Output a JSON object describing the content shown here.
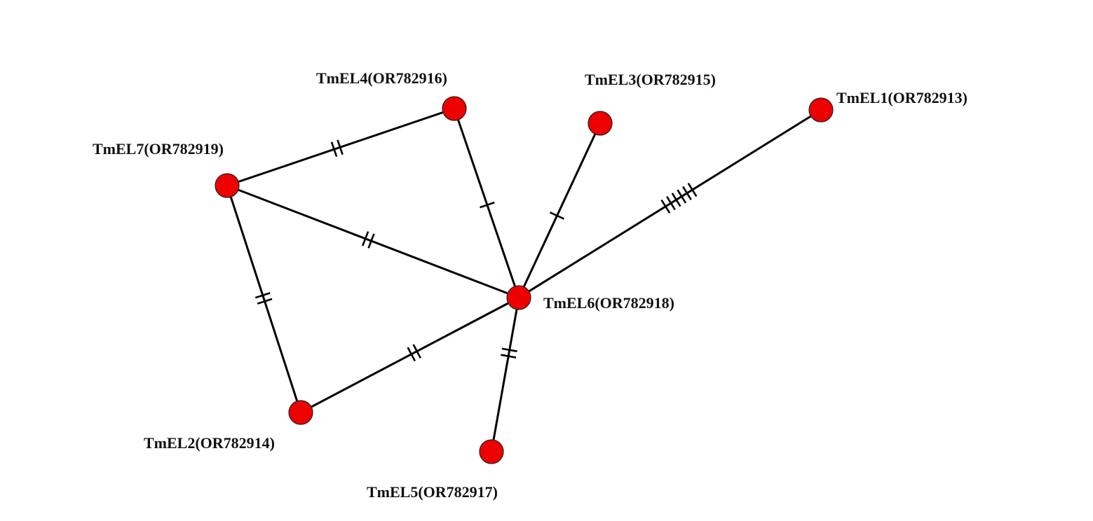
{
  "diagram": {
    "type": "haplotype-network",
    "node_color": "#ee0000",
    "line_color": "#000000",
    "nodes": [
      {
        "id": "TmEL1",
        "label": "TmEL1(OR782913)"
      },
      {
        "id": "TmEL2",
        "label": "TmEL2(OR782914)"
      },
      {
        "id": "TmEL3",
        "label": "TmEL3(OR782915)"
      },
      {
        "id": "TmEL4",
        "label": "TmEL4(OR782916)"
      },
      {
        "id": "TmEL5",
        "label": "TmEL5(OR782917)"
      },
      {
        "id": "TmEL6",
        "label": "TmEL6(OR782918)"
      },
      {
        "id": "TmEL7",
        "label": "TmEL7(OR782919)"
      }
    ],
    "edges": [
      {
        "from": "TmEL7",
        "to": "TmEL4",
        "mutations": 2
      },
      {
        "from": "TmEL7",
        "to": "TmEL6",
        "mutations": 2
      },
      {
        "from": "TmEL7",
        "to": "TmEL2",
        "mutations": 2
      },
      {
        "from": "TmEL4",
        "to": "TmEL6",
        "mutations": 1
      },
      {
        "from": "TmEL3",
        "to": "TmEL6",
        "mutations": 1
      },
      {
        "from": "TmEL1",
        "to": "TmEL6",
        "mutations": 6
      },
      {
        "from": "TmEL2",
        "to": "TmEL6",
        "mutations": 2
      },
      {
        "from": "TmEL6",
        "to": "TmEL5",
        "mutations": 2
      }
    ]
  }
}
